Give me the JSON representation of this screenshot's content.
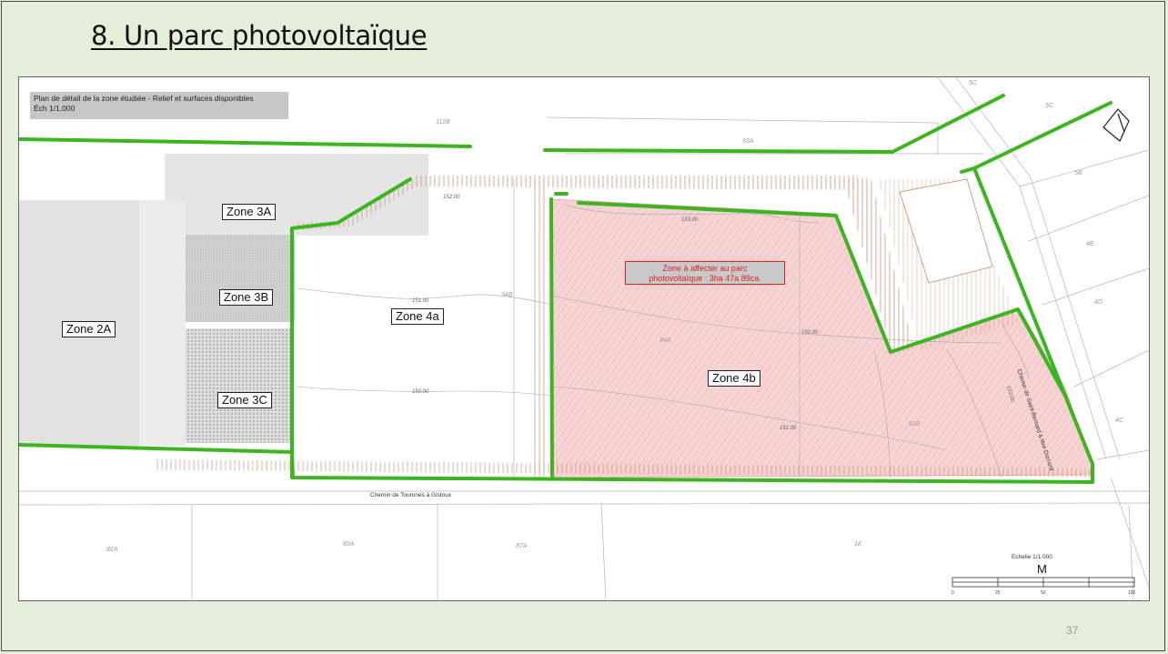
{
  "slide": {
    "title": "8. Un parc photovoltaïque",
    "page_number": "37"
  },
  "legend": {
    "line1": "Plan de détail de la zone étudiée - Relief et surfaces disponibles",
    "line2": "Éch 1/1.000"
  },
  "zones": {
    "z2a": "Zone 2A",
    "z3a": "Zone 3A",
    "z3b": "Zone 3B",
    "z3c": "Zone 3C",
    "z4a": "Zone 4a",
    "z4b": "Zone 4b"
  },
  "pv_zone": {
    "line1": "Zone à affecter au parc",
    "line2": "photovoltaïque : 3ha 47a 89ca."
  },
  "parcels": {
    "p112b": "112B",
    "p93a": "93A",
    "p5c_top": "5C",
    "p5c": "5C",
    "p5b": "5B",
    "p4e": "4E",
    "p4d": "4D",
    "p4c": "4C",
    "p94b": "94B",
    "p94a": "94A",
    "p91b": "91B",
    "p81a": "81A",
    "p89a": "89A",
    "p87a": "87A",
    "p1k": "1K"
  },
  "elevations": {
    "e1": "152.00",
    "e2": "153.00",
    "e3": "151.00",
    "e4": "150.00",
    "e5": "152.00",
    "e6": "151.00",
    "e7": "153.00"
  },
  "roads": {
    "south": "Chemin de Tournnes à Gistoux",
    "east": "Chemin de Saint-Bernard à Ittre-Dornont"
  },
  "scale": {
    "title": "Echelle 1/1.000",
    "unit": "M",
    "ticks": [
      "0",
      "25",
      "50",
      "100"
    ]
  },
  "colors": {
    "background": "#e3eedb",
    "boundary_green": "#3cb521",
    "pv_fill": "#f7d4d4",
    "pv_text": "#dd2222"
  }
}
